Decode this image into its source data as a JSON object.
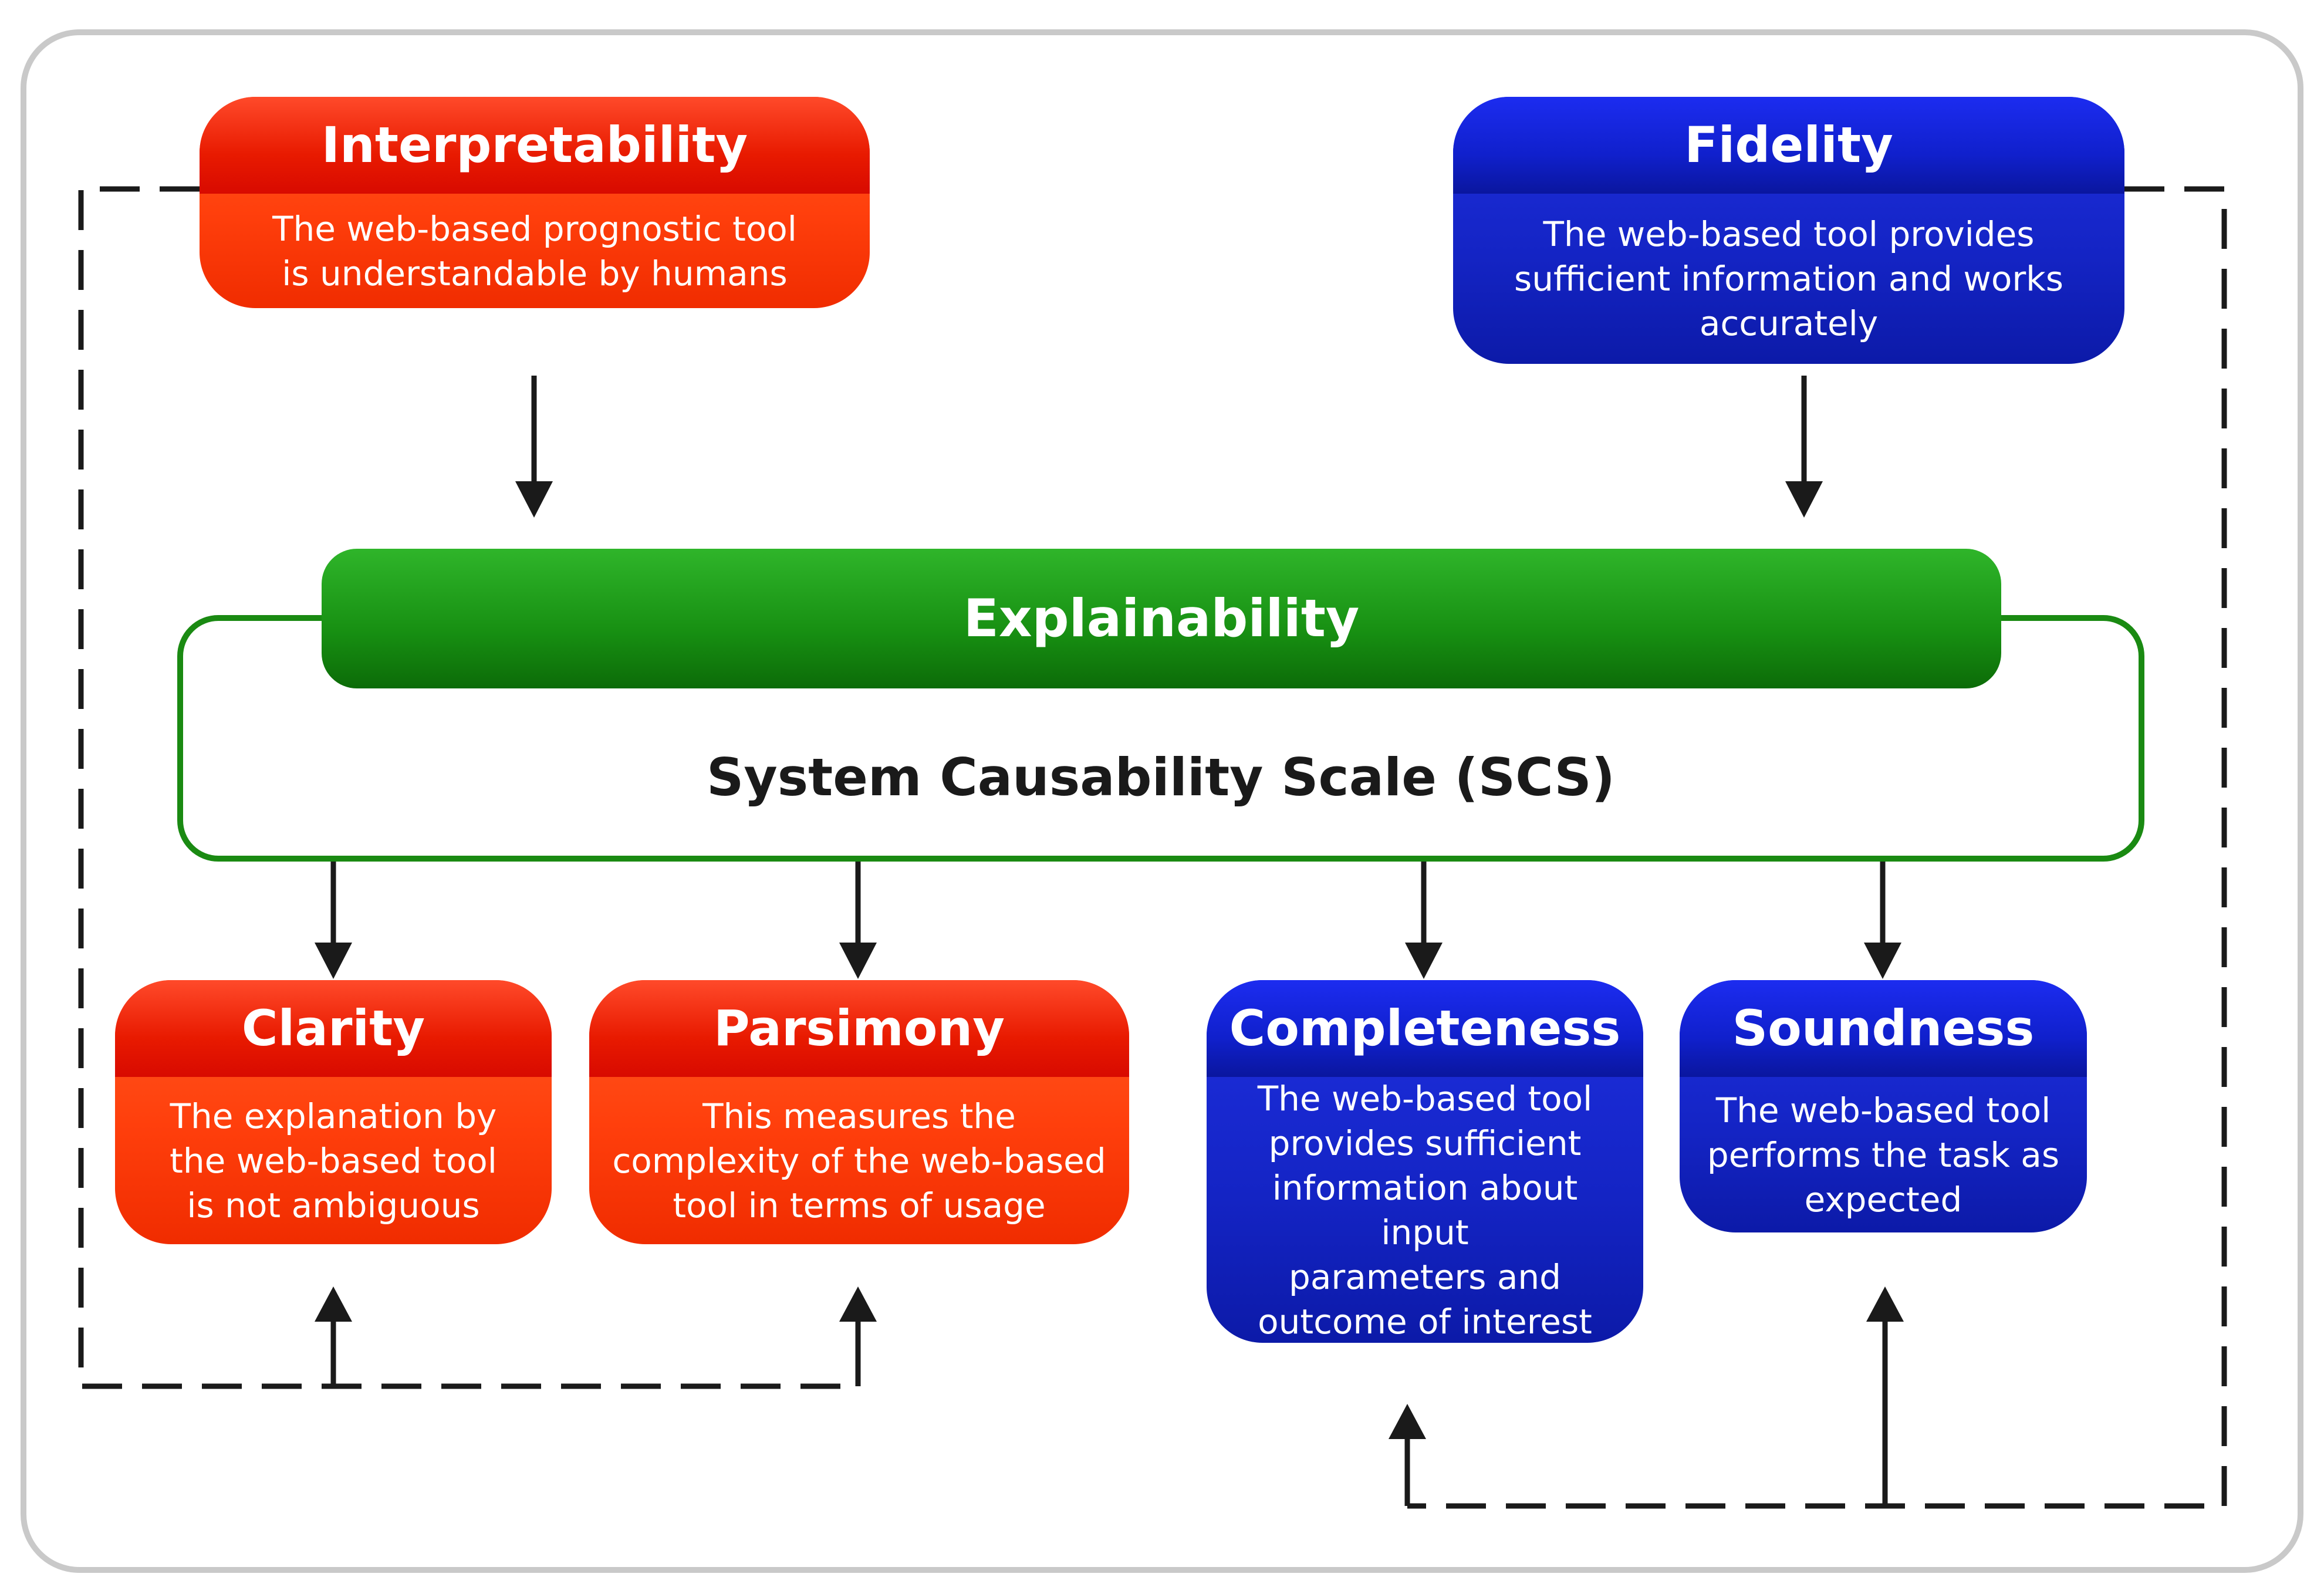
{
  "top": {
    "interpretability": {
      "title": "Interpretability",
      "desc": "The web-based prognostic tool\nis understandable by humans"
    },
    "fidelity": {
      "title": "Fidelity",
      "desc": "The web-based tool provides\nsufficient information and works\naccurately"
    }
  },
  "center": {
    "explainability": "Explainability",
    "scs": "System Causability Scale (SCS)"
  },
  "bottom": {
    "clarity": {
      "title": "Clarity",
      "desc": "The explanation by\nthe web-based tool\nis not ambiguous"
    },
    "parsimony": {
      "title": "Parsimony",
      "desc": "This measures the\ncomplexity of the web-based\ntool in terms of usage"
    },
    "completeness": {
      "title": "Completeness",
      "desc": "The web-based tool\nprovides sufficient\ninformation about input\nparameters and\noutcome of interest"
    },
    "soundness": {
      "title": "Soundness",
      "desc": "The web-based tool\nperforms the task as\nexpected"
    }
  },
  "colors": {
    "red": "#ff3f0c",
    "blue": "#1424c4",
    "green": "#178f12",
    "frame": "#c9c9c9",
    "line": "#1a1a1a"
  }
}
